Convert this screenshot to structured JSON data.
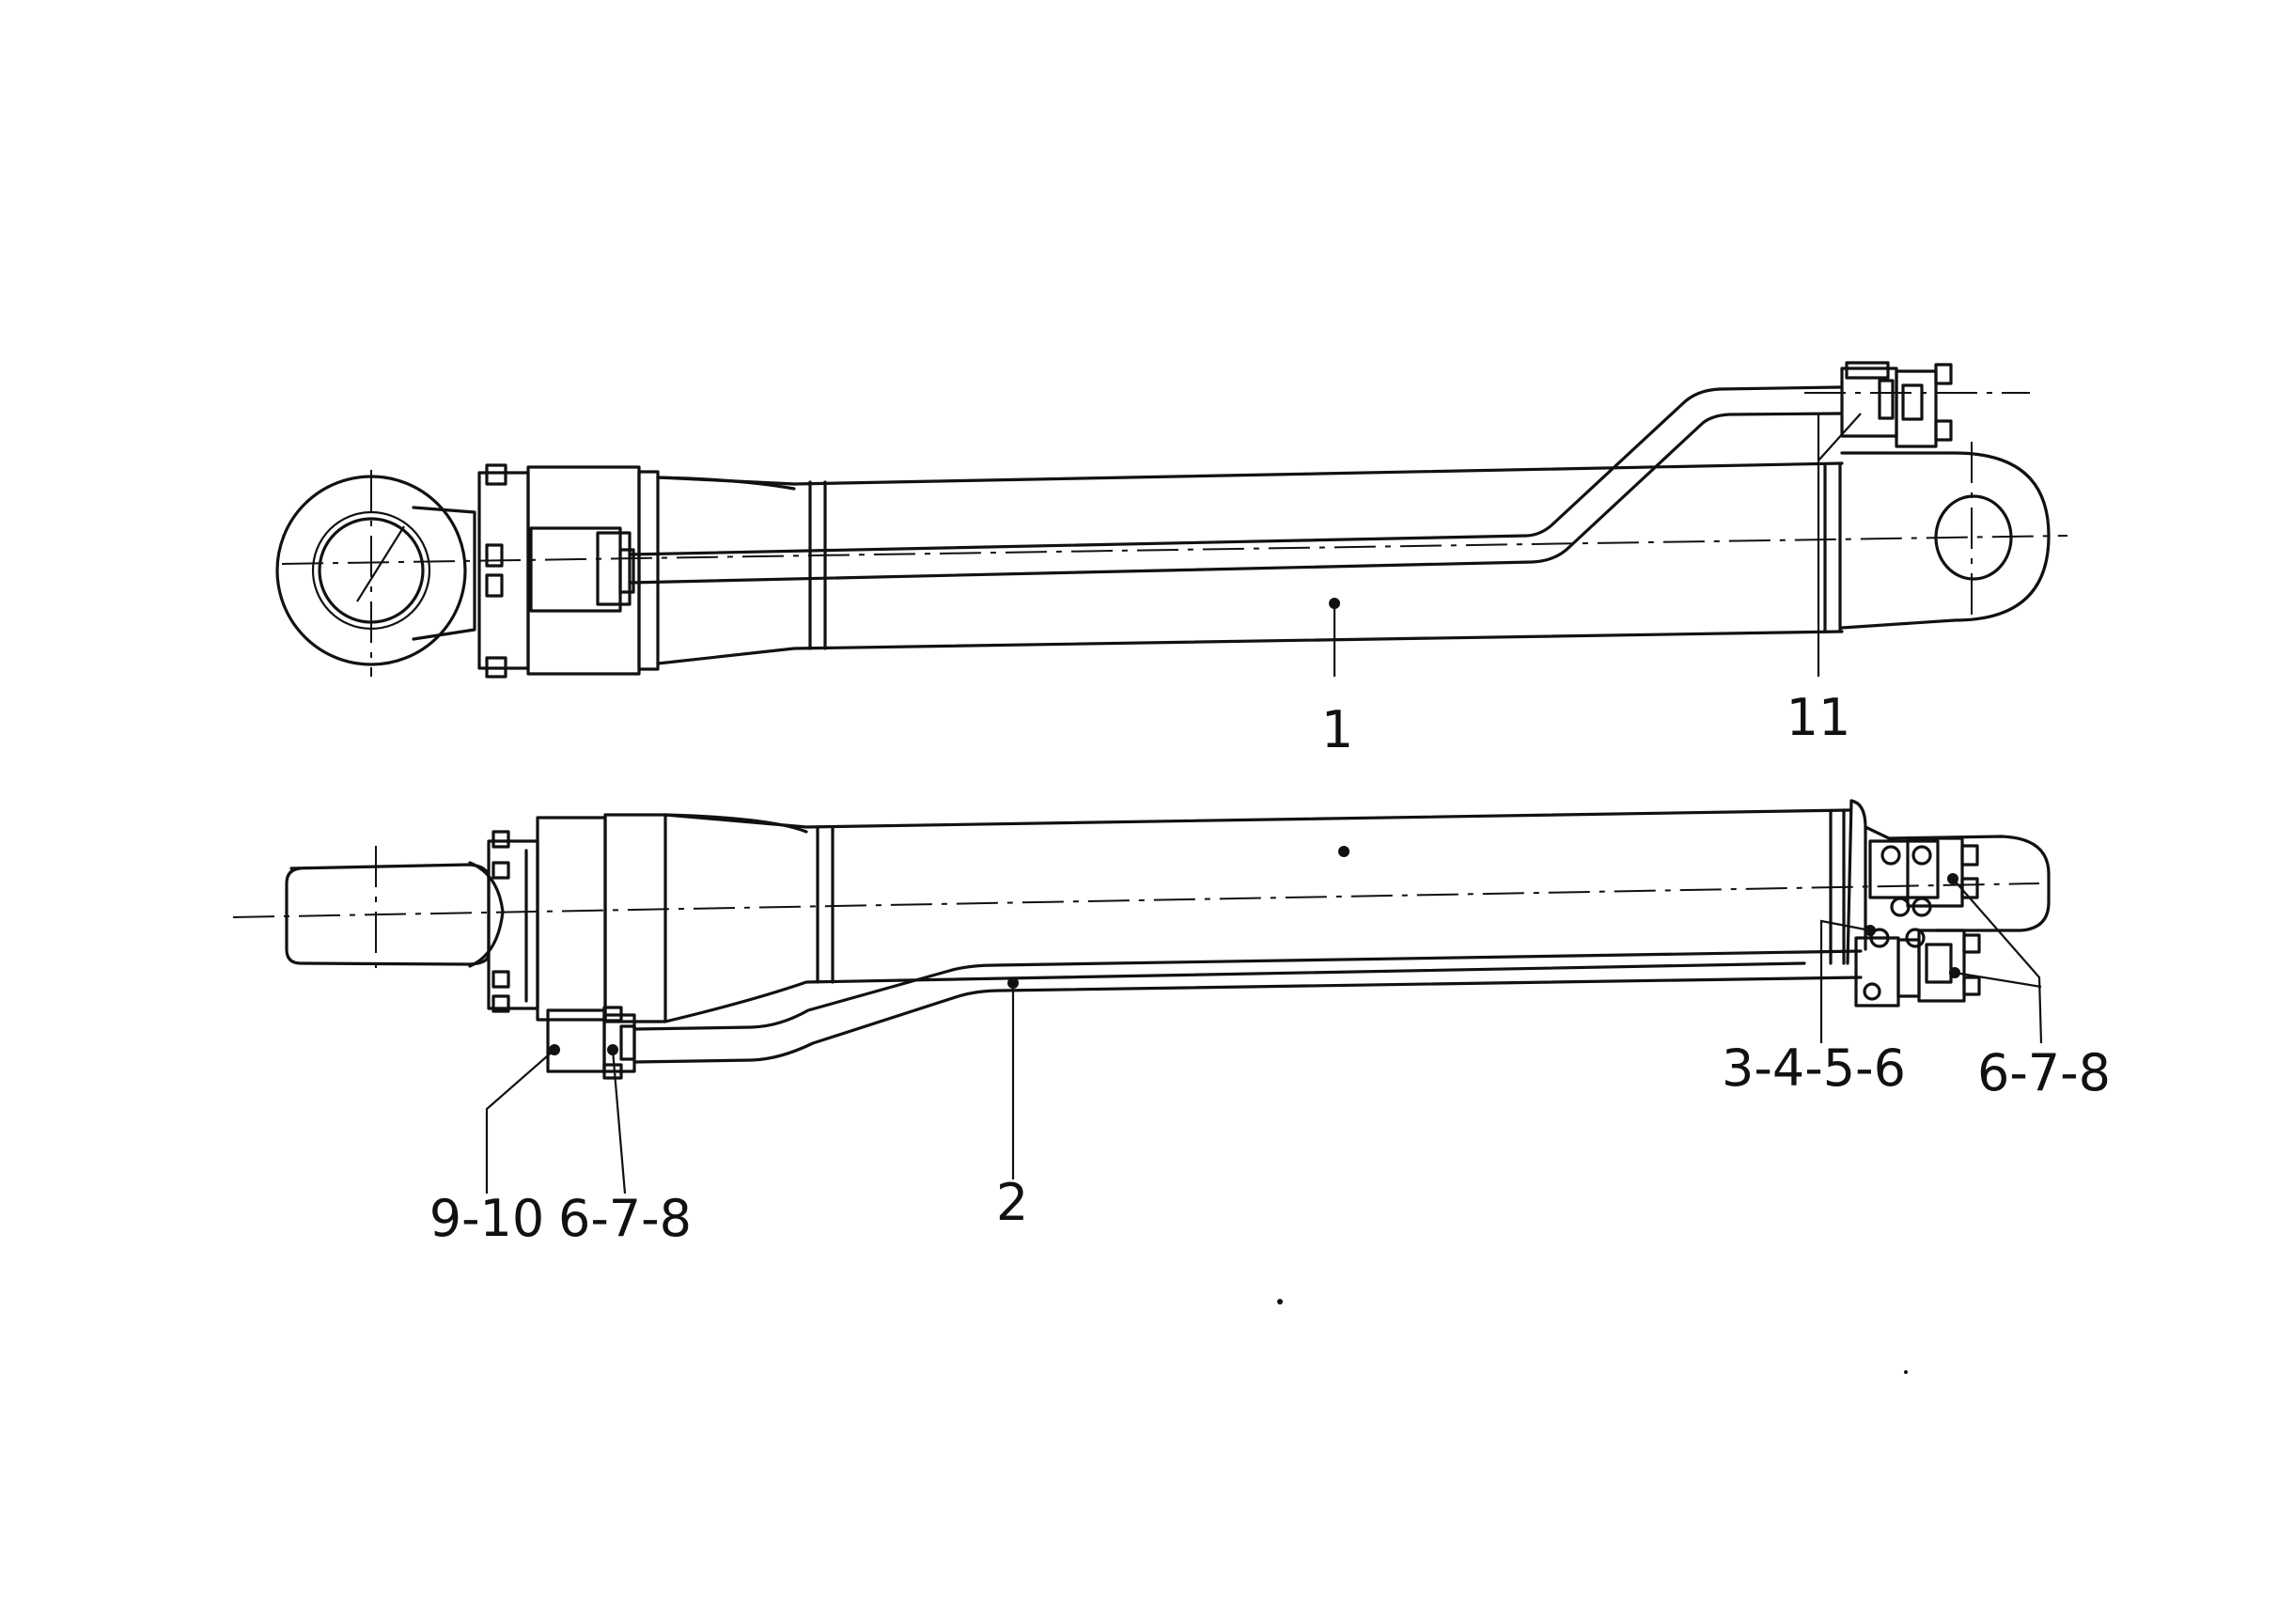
{
  "figure": {
    "callouts": {
      "c1": "1",
      "c2": "2",
      "c3": "3-4-5-6",
      "c4": "6-7-8",
      "c5": "6-7-8",
      "c6": "9-10",
      "c7": "11"
    }
  }
}
